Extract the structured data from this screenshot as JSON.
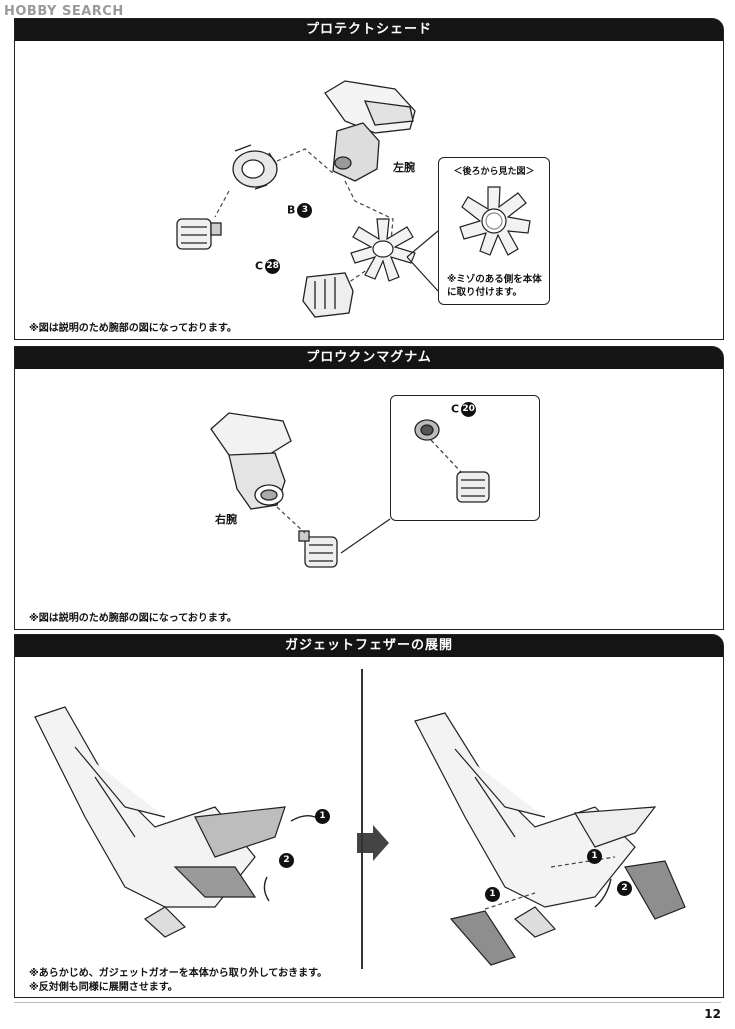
{
  "watermark": "HOBBY SEARCH",
  "sections": [
    {
      "title": "プロテクトシェード",
      "labels": {
        "left_arm": "左腕",
        "part_b": "B",
        "part_b_num": "3",
        "part_c": "C",
        "part_c_num": "28"
      },
      "inset": {
        "caption": "＜後ろから見た図＞",
        "note_line1": "※ミゾのある側を本体",
        "note_line2": "に取り付けます。"
      },
      "note": "※図は説明のため腕部の図になっております。"
    },
    {
      "title": "プロウクンマグナム",
      "labels": {
        "right_arm": "右腕",
        "part_c": "C",
        "part_c_num": "20"
      },
      "note": "※図は説明のため腕部の図になっております。"
    },
    {
      "title": "ガジェットフェザーの展開",
      "steps": [
        "1",
        "2"
      ],
      "notes": [
        "※あらかじめ、ガジェットガオーを本体から取り外しておきます。",
        "※反対側も同様に展開させます。"
      ]
    }
  ],
  "page_number": "12"
}
